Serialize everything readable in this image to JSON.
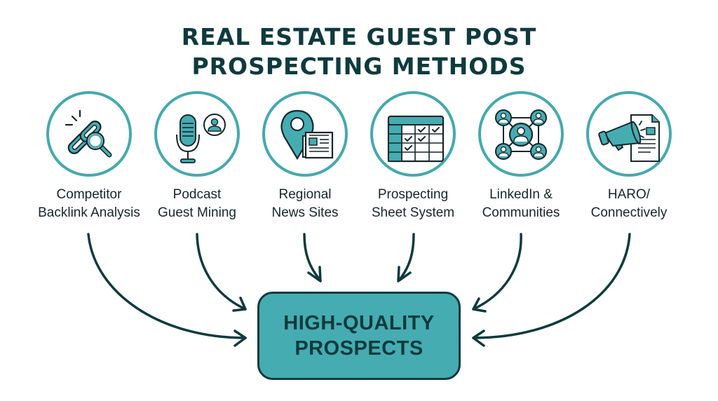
{
  "title": {
    "line1": "REAL ESTATE GUEST POST",
    "line2": "PROSPECTING METHODS"
  },
  "colors": {
    "teal": "#45acb2",
    "dark": "#0f3a3d",
    "circle_border": "#45a9ae",
    "background": "#ffffff"
  },
  "methods": [
    {
      "icon": "broken-link-search-icon",
      "line1": "Competitor",
      "line2": "Backlink Analysis"
    },
    {
      "icon": "microphone-guest-icon",
      "line1": "Podcast",
      "line2": "Guest Mining"
    },
    {
      "icon": "location-newspaper-icon",
      "line1": "Regional",
      "line2": "News Sites"
    },
    {
      "icon": "spreadsheet-checklist-icon",
      "line1": "Prospecting",
      "line2": "Sheet System"
    },
    {
      "icon": "network-people-icon",
      "line1": "LinkedIn &",
      "line2": "Communities"
    },
    {
      "icon": "megaphone-document-icon",
      "line1": "HARO/",
      "line2": "Connectively"
    }
  ],
  "result": {
    "line1": "HIGH-QUALITY",
    "line2": "PROSPECTS"
  }
}
